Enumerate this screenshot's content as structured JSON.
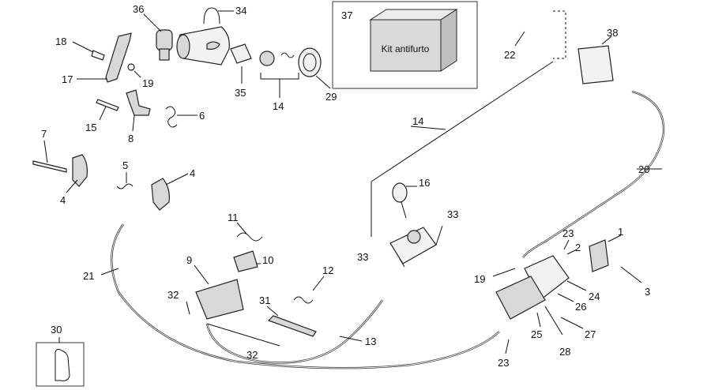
{
  "diagram": {
    "callouts": [
      {
        "id": "c1",
        "text": "1"
      },
      {
        "id": "c2",
        "text": "2"
      },
      {
        "id": "c3",
        "text": "3"
      },
      {
        "id": "c4a",
        "text": "4"
      },
      {
        "id": "c4b",
        "text": "4"
      },
      {
        "id": "c5",
        "text": "5"
      },
      {
        "id": "c6",
        "text": "6"
      },
      {
        "id": "c7",
        "text": "7"
      },
      {
        "id": "c8",
        "text": "8"
      },
      {
        "id": "c9",
        "text": "9"
      },
      {
        "id": "c10",
        "text": "10"
      },
      {
        "id": "c11",
        "text": "11"
      },
      {
        "id": "c12",
        "text": "12"
      },
      {
        "id": "c13",
        "text": "13"
      },
      {
        "id": "c14a",
        "text": "14"
      },
      {
        "id": "c14b",
        "text": "14"
      },
      {
        "id": "c15",
        "text": "15"
      },
      {
        "id": "c16",
        "text": "16"
      },
      {
        "id": "c17",
        "text": "17"
      },
      {
        "id": "c18",
        "text": "18"
      },
      {
        "id": "c19a",
        "text": "19"
      },
      {
        "id": "c19b",
        "text": "19"
      },
      {
        "id": "c20",
        "text": "20"
      },
      {
        "id": "c21",
        "text": "21"
      },
      {
        "id": "c22",
        "text": "22"
      },
      {
        "id": "c23a",
        "text": "23"
      },
      {
        "id": "c23b",
        "text": "23"
      },
      {
        "id": "c24",
        "text": "24"
      },
      {
        "id": "c25",
        "text": "25"
      },
      {
        "id": "c26",
        "text": "26"
      },
      {
        "id": "c27",
        "text": "27"
      },
      {
        "id": "c28",
        "text": "28"
      },
      {
        "id": "c29",
        "text": "29"
      },
      {
        "id": "c30",
        "text": "30"
      },
      {
        "id": "c31",
        "text": "31"
      },
      {
        "id": "c32a",
        "text": "32"
      },
      {
        "id": "c32b",
        "text": "32"
      },
      {
        "id": "c33a",
        "text": "33"
      },
      {
        "id": "c33b",
        "text": "33"
      },
      {
        "id": "c34",
        "text": "34"
      },
      {
        "id": "c35",
        "text": "35"
      },
      {
        "id": "c36",
        "text": "36"
      },
      {
        "id": "c37",
        "text": "37"
      },
      {
        "id": "c38",
        "text": "38"
      }
    ],
    "kit_box": {
      "number": "37",
      "label": "Kit antifurto",
      "fill": "#d9d9d9"
    },
    "colors": {
      "line": "#111111",
      "part_fill": "#d8d8d8",
      "background": "#ffffff"
    }
  }
}
